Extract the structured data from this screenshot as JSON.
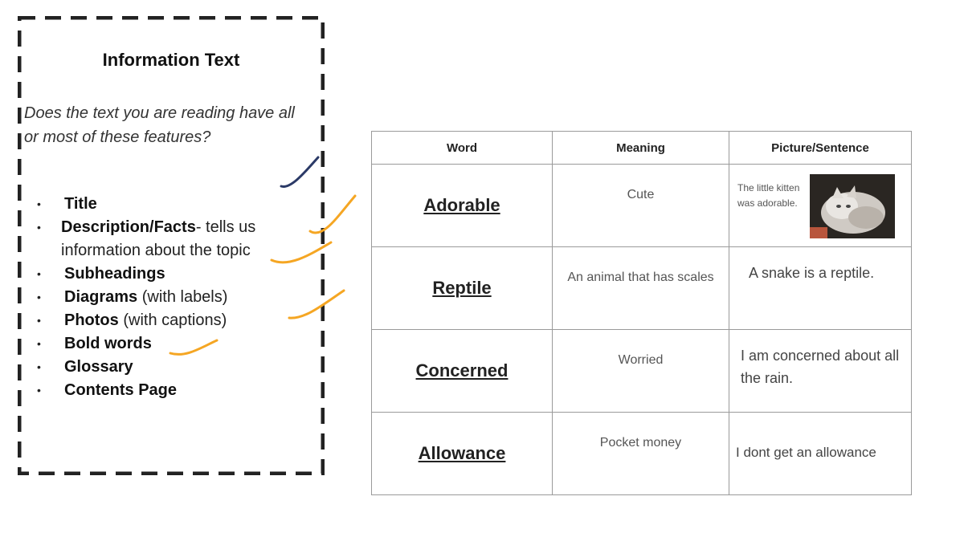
{
  "checklist": {
    "title": "Information Text",
    "question": "Does the text you are reading have all or most of these features?",
    "items": [
      {
        "term": "Title",
        "desc": ""
      },
      {
        "term": "Description/Facts",
        "desc": "- tells us",
        "desc2": "information about the topic"
      },
      {
        "term": "Subheadings",
        "desc": ""
      },
      {
        "term": "Diagrams",
        "desc": " (with labels)"
      },
      {
        "term": "Photos",
        "desc": " (with captions)"
      },
      {
        "term": "Bold words",
        "desc": ""
      },
      {
        "term": "Glossary",
        "desc": ""
      },
      {
        "term": "Contents Page",
        "desc": ""
      }
    ],
    "bullet": "•"
  },
  "vocab_table": {
    "headers": [
      "Word",
      "Meaning",
      "Picture/Sentence"
    ],
    "rows": [
      {
        "word": "Adorable",
        "meaning": "Cute",
        "sentence": "The little kitten was adorable."
      },
      {
        "word": "Reptile",
        "meaning": "An animal that has scales",
        "sentence": "A snake is a reptile."
      },
      {
        "word": "Concerned",
        "meaning": "Worried",
        "sentence": "I am concerned about all the rain."
      },
      {
        "word": "Allowance",
        "meaning": "Pocket money",
        "sentence": "I dont get an allowance"
      }
    ]
  },
  "colors": {
    "checkmark_orange": "#f5a623",
    "checkmark_navy": "#2b3a67",
    "table_border": "#9a9a9a",
    "box_border": "#222222"
  },
  "icons": {
    "kitten_photo": "kitten-photo",
    "check_marks": "hand-drawn-check-icon"
  }
}
